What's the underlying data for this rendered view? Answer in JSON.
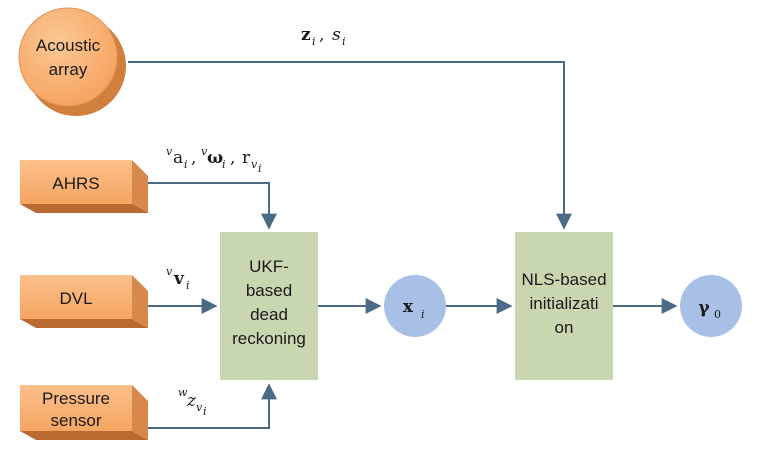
{
  "nodes": {
    "acoustic_array": {
      "line1": "Acoustic",
      "line2": "array"
    },
    "ahrs": {
      "label": "AHRS"
    },
    "dvl": {
      "label": "DVL"
    },
    "pressure_sensor": {
      "line1": "Pressure",
      "line2": "sensor"
    },
    "ukf": {
      "line1": "UKF-",
      "line2": "based",
      "line3": "dead",
      "line4": "reckoning"
    },
    "state": {
      "base": "x",
      "sub": "i"
    },
    "nls": {
      "line1": "NLS-based",
      "line2": "initializati",
      "line3": "on"
    },
    "output": {
      "base": "γ",
      "sub": "0"
    }
  },
  "edge_labels": {
    "acoustic": {
      "z": "z",
      "z_sub": "i",
      "sep": ",",
      "s": "s",
      "s_sub": "i"
    },
    "ahrs": {
      "sup_v1": "v",
      "a": "a",
      "a_sub": "i",
      "sep1": ",",
      "sup_v2": "v",
      "omega": "ω",
      "omega_sub": "i",
      "sep2": ",",
      "r": "r",
      "r_sub": "v",
      "r_subsub": "i"
    },
    "dvl": {
      "sup_v": "v",
      "v": "v",
      "v_sub": "i"
    },
    "pressure": {
      "sup_w": "w",
      "z": "z",
      "z_sub": "v",
      "z_subsub": "i"
    }
  },
  "colors": {
    "orange_face": "#f9b67c",
    "orange_dark": "#d88a45",
    "green_box": "#c9d7b1",
    "blue_node": "#a9c0e6",
    "arrow": "#4a6a86"
  }
}
